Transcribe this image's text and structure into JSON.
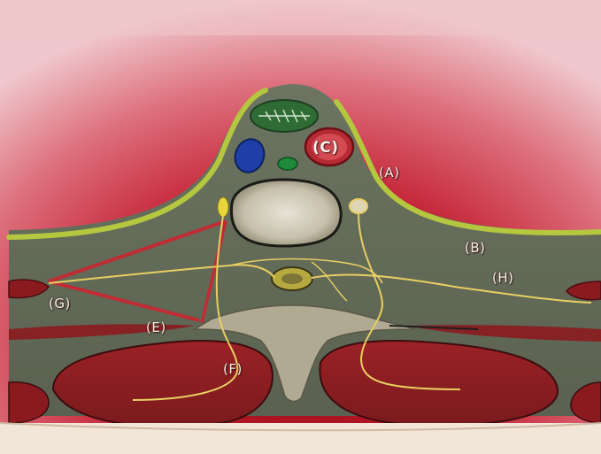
{
  "image": {
    "labels": {
      "A": "(A)",
      "B": "(B)",
      "C": "(C)",
      "E": "(E)",
      "F": "(F)",
      "G": "(G)",
      "H": "(H)"
    }
  },
  "colors": {
    "skin_red": "#c0162a",
    "skin_light": "#e9b3ba",
    "tissue_green": "#737a64",
    "tissue_line": "#b3c43f",
    "bone": "#c9c2b1",
    "nerve": "#e8cf62",
    "artery": "#c12b33",
    "muscle": "#8f1d22",
    "vein_blue": "#1e3fa8"
  }
}
